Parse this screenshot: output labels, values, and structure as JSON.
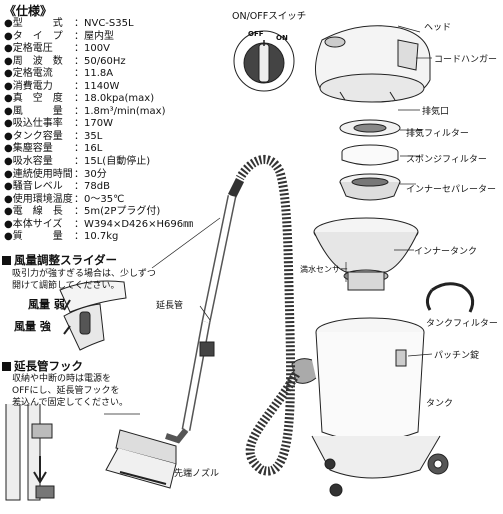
{
  "spec_title": "《仕様》",
  "specs": [
    {
      "label": "●型　　　式",
      "value": "：NVC-S35L"
    },
    {
      "label": "●タ　イ　プ",
      "value": "：屋内型"
    },
    {
      "label": "●定格電圧",
      "value": "：100V"
    },
    {
      "label": "●周　波　数",
      "value": "：50/60Hz"
    },
    {
      "label": "●定格電流",
      "value": "：11.8A"
    },
    {
      "label": "●消費電力",
      "value": "：1140W"
    },
    {
      "label": "●真　空　度",
      "value": "：18.0kpa(max)"
    },
    {
      "label": "●風　　　量",
      "value": "：1.8m³/min(max)"
    },
    {
      "label": "●吸込仕事率",
      "value": "：170W"
    },
    {
      "label": "●タンク容量",
      "value": "：35L"
    },
    {
      "label": "●集塵容量",
      "value": "：16L"
    },
    {
      "label": "●吸水容量",
      "value": "：15L(自動停止)"
    },
    {
      "label": "●連続使用時間",
      "value": "：30分"
    },
    {
      "label": "●騒音レベル",
      "value": "：78dB"
    },
    {
      "label": "●使用環境温度",
      "value": "：0～35℃"
    },
    {
      "label": "●電　線　長",
      "value": "：5m(2Pプラグ付)"
    },
    {
      "label": "●本体サイズ",
      "value": "：W394×D426×H696㎜"
    },
    {
      "label": "●質　　　量",
      "value": "：10.7kg"
    }
  ],
  "labels": {
    "switch": "ON/OFFスイッチ",
    "switch_off": "OFF",
    "switch_on": "ON",
    "head": "ヘッド",
    "cord_hanger": "コードハンガー",
    "exhaust": "排気口",
    "exhaust_filter": "排気フィルター",
    "sponge_filter": "スポンジフィルター",
    "inner_separator": "インナーセパレーター",
    "inner_tank": "インナータンク",
    "water_sensor": "満水センサー",
    "tank_filter": "タンクフィルター",
    "latch": "パッチン錠",
    "tank": "タンク",
    "extension_pipe": "延長管",
    "nozzle": "先端ノズル"
  },
  "slider_section": {
    "title": "風量調整スライダー",
    "line1": "吸引力が強すぎる場合は、少しずつ",
    "line2": "開けて調節してください。",
    "weak": "風量 弱",
    "strong": "風量 強"
  },
  "hook_section": {
    "title": "延長管フック",
    "line1": "収納や中断の時は電源を",
    "line2": "OFFにし、延長管フックを",
    "line3": "差込んで固定してください。"
  }
}
